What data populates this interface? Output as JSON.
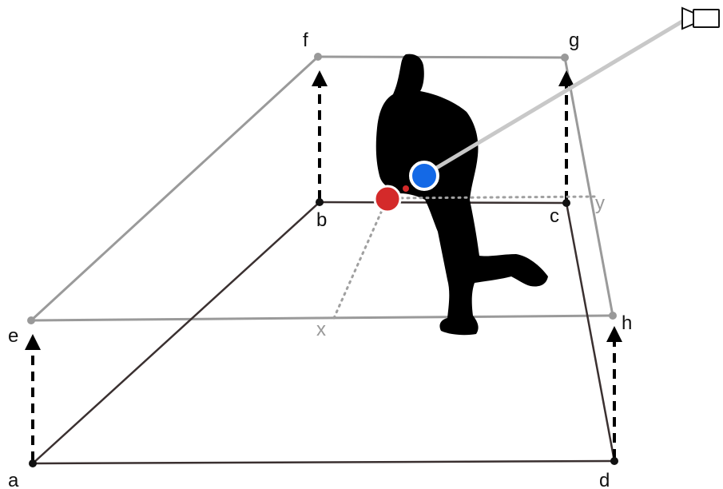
{
  "diagram": {
    "labels": {
      "a": "a",
      "b": "b",
      "c": "c",
      "d": "d",
      "e": "e",
      "f": "f",
      "g": "g",
      "h": "h",
      "x": "x",
      "y": "y"
    },
    "colors": {
      "floor_edge": "#3a3030",
      "elevated_edge": "#9a9a9a",
      "camera_ray": "#c8c8c8",
      "projection_dotted": "#a0a0a0",
      "arrow": "#000000",
      "silhouette": "#000000",
      "blue_marker": "#1469e6",
      "red_marker": "#d42a2a"
    },
    "icons": {
      "camera": "camera-icon"
    }
  }
}
